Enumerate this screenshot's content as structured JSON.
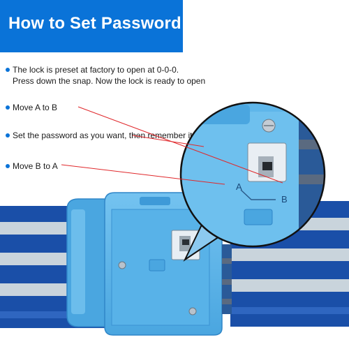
{
  "header": {
    "title": "How to Set Password"
  },
  "steps": [
    {
      "line1": "The lock is preset at factory to open at 0-0-0.",
      "line2": "Press down the snap. Now the lock is ready to open"
    },
    {
      "line1": "Move A to B"
    },
    {
      "line1": "Set the password as you want, then remember it."
    },
    {
      "line1": "Move B to A"
    }
  ],
  "illustration": {
    "zoom_label_a": "A",
    "zoom_label_b": "B",
    "colors": {
      "accent": "#0a73d8",
      "lock_body": "#5cb4ea",
      "strap_dark": "#1a4fa8",
      "strap_light": "#c9d4dc",
      "pointer_line": "#e0282b"
    }
  }
}
